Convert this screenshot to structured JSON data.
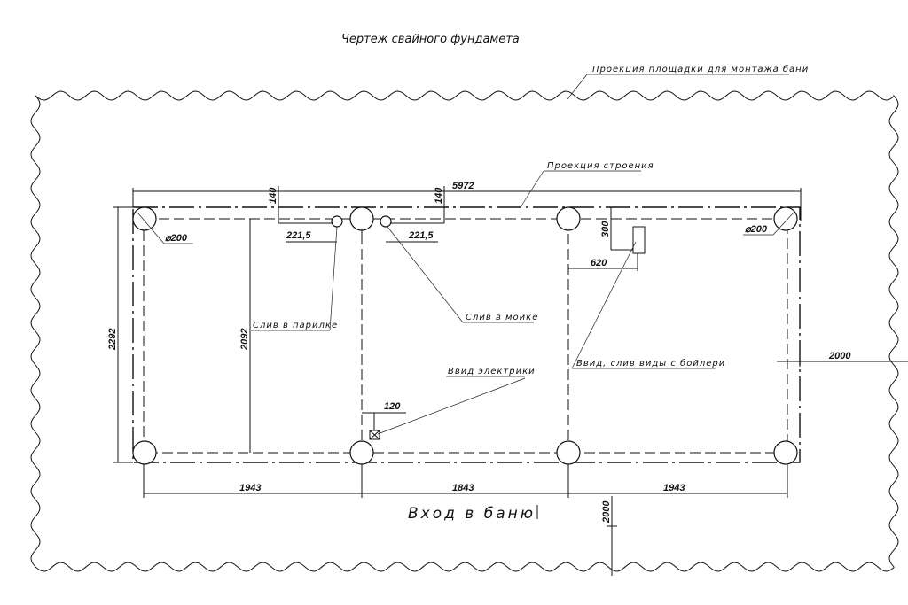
{
  "title": "Чертеж свайного фундамета",
  "labels": {
    "site_projection": "Проекция площадки для монтажа бани",
    "building_projection": "Проекция строения",
    "drain_steam_room": "Слив в парилке",
    "drain_washroom": "Слив в мойке",
    "electric_input": "Ввид электрики",
    "boiler_water": "Ввид, слив виды с бойлери",
    "entrance": "Вход в баню"
  },
  "dimensions": {
    "total_length": "5972",
    "total_width": "2292",
    "inner_width": "2092",
    "offset_140_left": "140",
    "offset_140_right": "140",
    "offset_221_left": "221,5",
    "offset_221_right": "221,5",
    "pile_diameter_left": "⌀200",
    "pile_diameter_right": "⌀200",
    "boiler_300": "300",
    "boiler_620": "620",
    "electric_120": "120",
    "span_1": "1943",
    "span_2": "1843",
    "span_3": "1943",
    "margin_right": "2000",
    "margin_front": "2000"
  }
}
